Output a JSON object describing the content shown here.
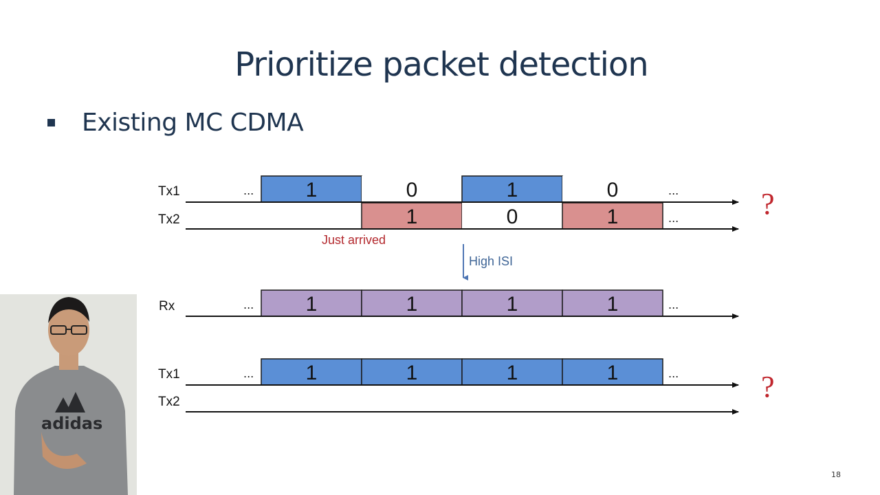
{
  "slide": {
    "title": "Prioritize packet detection",
    "bullet": "Existing MC CDMA",
    "page_number": "18"
  },
  "colors": {
    "tx1": "#5b8fd6",
    "tx2": "#d9908f",
    "rx": "#b19dc9",
    "question": "#c0262d",
    "note": "#b3282d",
    "arrow": "#4e76b4",
    "ink": "#111111"
  },
  "diagram": {
    "ellipsis": "...",
    "question_mark": "?",
    "top_tx1_label": "Tx1",
    "top_tx2_label": "Tx2",
    "rx_label": "Rx",
    "bottom_tx1_label": "Tx1",
    "bottom_tx2_label": "Tx2",
    "just_arrived": "Just arrived",
    "high_isi": "High ISI",
    "top_tx1_bits": [
      {
        "bit": "1",
        "fill": "tx1"
      },
      {
        "bit": "0",
        "fill": "none"
      },
      {
        "bit": "1",
        "fill": "tx1"
      },
      {
        "bit": "0",
        "fill": "none"
      }
    ],
    "top_tx2_bits": [
      {
        "bit": "1",
        "fill": "tx2"
      },
      {
        "bit": "0",
        "fill": "none"
      },
      {
        "bit": "1",
        "fill": "tx2"
      }
    ],
    "rx_bits": [
      {
        "bit": "1",
        "fill": "rx"
      },
      {
        "bit": "1",
        "fill": "rx"
      },
      {
        "bit": "1",
        "fill": "rx"
      },
      {
        "bit": "1",
        "fill": "rx"
      }
    ],
    "bottom_tx1_bits": [
      {
        "bit": "1",
        "fill": "tx1"
      },
      {
        "bit": "1",
        "fill": "tx1"
      },
      {
        "bit": "1",
        "fill": "tx1"
      },
      {
        "bit": "1",
        "fill": "tx1"
      }
    ],
    "presenter_shirt_text": "adidas"
  }
}
